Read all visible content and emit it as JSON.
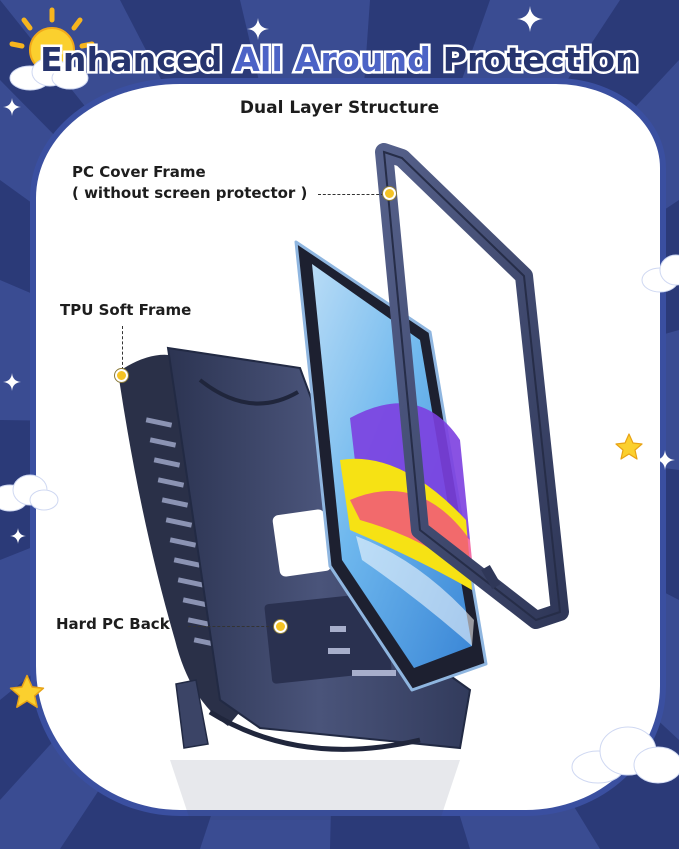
{
  "headline": {
    "part1": "Enhanced ",
    "part2": "All Around",
    "part3": " Protection"
  },
  "subtitle": "Dual Layer Structure",
  "labels": {
    "pc_cover_frame": "PC Cover Frame",
    "pc_cover_note": "( without screen protector )",
    "tpu_soft_frame": "TPU Soft Frame",
    "hard_pc_back": "Hard PC Back"
  },
  "colors": {
    "background": "#2b3a78",
    "panel_border": "#3a4fa0",
    "accent": "#4c63c6",
    "headline_dark": "#26346e",
    "case_navy": "#3b4466",
    "callout_dot": "#f5c324"
  },
  "icons": [
    "sun-icon",
    "cloud-icon",
    "star-icon",
    "sparkle-icon"
  ]
}
